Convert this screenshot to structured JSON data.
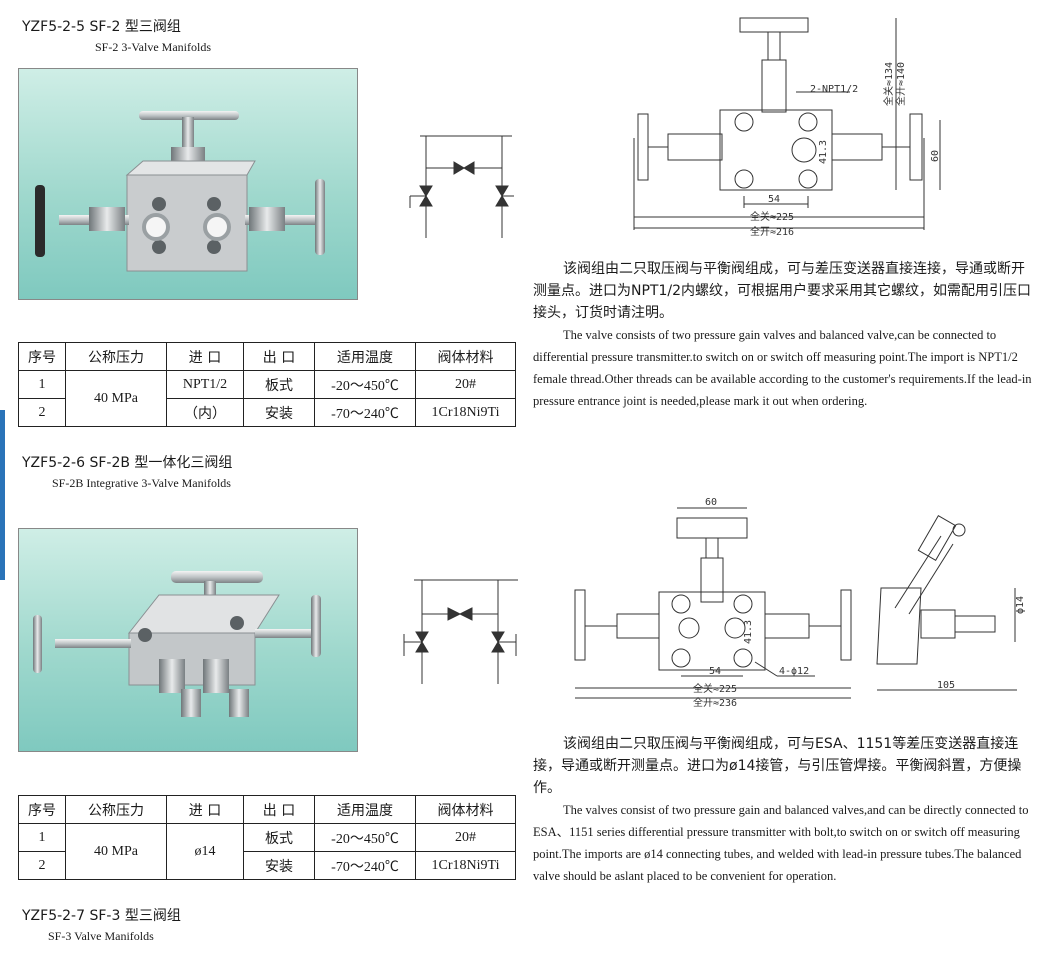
{
  "sections": [
    {
      "title_cn": "YZF5-2-5  SF-2 型三阀组",
      "title_en": "SF-2 3-Valve Manifolds",
      "table": {
        "headers": [
          "序号",
          "公称压力",
          "进  口",
          "出  口",
          "适用温度",
          "阀体材料"
        ],
        "rows": [
          {
            "no": "1",
            "pressure": "40 MPa",
            "inlet": "NPT1/2",
            "outlet": "板式",
            "temp": "-20～450℃",
            "material": "20#"
          },
          {
            "no": "2",
            "pressure": "",
            "inlet": "（内）",
            "outlet": "安装",
            "temp": "-70～240℃",
            "material": "1Cr18Ni9Ti"
          }
        ]
      },
      "drawing": {
        "label_thread": "2-NPT1/2",
        "dim_54": "54",
        "dim_413": "41.3",
        "dim_60": "60",
        "dim_close_h": "全关≈134",
        "dim_open_h": "全开≈140",
        "dim_close_w": "全关≈225",
        "dim_open_w": "全开≈216"
      },
      "desc_cn": "该阀组由二只取压阀与平衡阀组成，可与差压变送器直接连接，导通或断开测量点。进口为NPT1/2内螺纹，可根据用户要求采用其它螺纹，如需配用引压口接头，订货时请注明。",
      "desc_en": "The valve consists of two pressure gain valves and balanced valve,can be connected to differential pressure transmitter.to switch on or switch off measuring point.The import is NPT1/2 female thread.Other threads can be available according to the customer's requirements.If the lead-in pressure entrance joint is needed,please mark it out when ordering."
    },
    {
      "title_cn": "YZF5-2-6 SF-2B 型一体化三阀组",
      "title_en": "SF-2B Integrative 3-Valve Manifolds",
      "table": {
        "headers": [
          "序号",
          "公称压力",
          "进  口",
          "出  口",
          "适用温度",
          "阀体材料"
        ],
        "rows": [
          {
            "no": "1",
            "pressure": "40 MPa",
            "inlet": "ø14",
            "outlet": "板式",
            "temp": "-20～450℃",
            "material": "20#"
          },
          {
            "no": "2",
            "pressure": "",
            "inlet": "",
            "outlet": "安装",
            "temp": "-70～240℃",
            "material": "1Cr18Ni9Ti"
          }
        ]
      },
      "drawing": {
        "dim_60": "60",
        "dim_413": "41.3",
        "dim_54": "54",
        "holes": "4-ϕ12",
        "dim_close_w": "全关≈225",
        "dim_open_w": "全开≈236",
        "dim_105": "105",
        "dim_phi14": "ϕ14"
      },
      "desc_cn": "该阀组由二只取压阀与平衡阀组成，可与ESA、1151等差压变送器直接连接，导通或断开测量点。进口为ø14接管，与引压管焊接。平衡阀斜置，方便操作。",
      "desc_en": "The valves consist of two pressure gain and balanced valves,and can be directly connected to ESA、1151 series differential pressure transmitter with bolt,to switch on or switch off measuring point.The imports are ø14 connecting tubes, and welded with lead-in pressure tubes.The balanced valve should be aslant placed to be convenient for operation."
    },
    {
      "title_cn": "YZF5-2-7 SF-3 型三阀组",
      "title_en": "SF-3 Valve Manifolds"
    }
  ],
  "colors": {
    "accent_bar": "#2a73b8",
    "photo_bg": "#9fd8cd"
  }
}
